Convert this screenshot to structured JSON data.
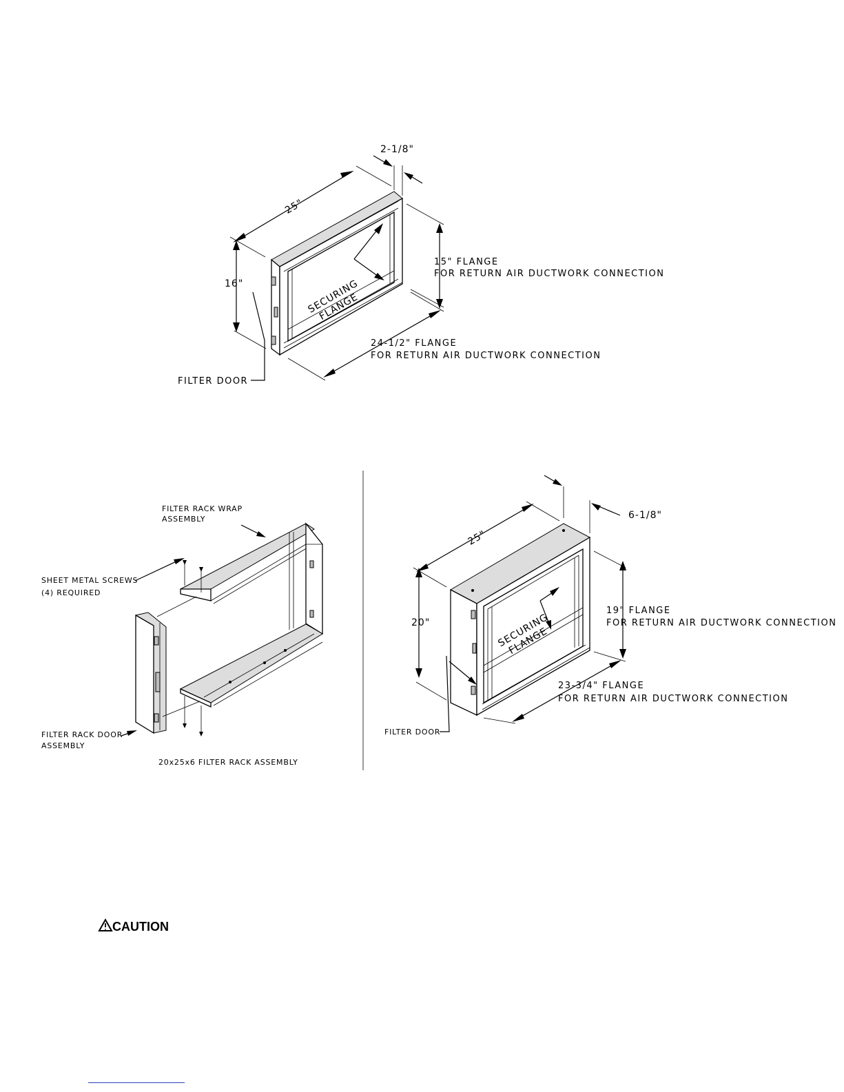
{
  "figure1": {
    "dim_top": "2-1/8\"",
    "dim_length": "25\"",
    "dim_height": "16\"",
    "flange_vertical_1": "15\" FLANGE",
    "flange_vertical_2": "FOR RETURN AIR DUCTWORK CONNECTION",
    "flange_horizontal_1": "24-1/2\" FLANGE",
    "flange_horizontal_2": "FOR RETURN AIR DUCTWORK CONNECTION",
    "securing_1": "SECURING",
    "securing_2": "FLANGE",
    "filter_door": "FILTER DOOR"
  },
  "figure2": {
    "wrap_1": "FILTER RACK WRAP",
    "wrap_2": "ASSEMBLY",
    "screws_1": "SHEET METAL SCREWS",
    "screws_2": "(4) REQUIRED",
    "door_1": "FILTER RACK DOOR",
    "door_2": "ASSEMBLY",
    "caption": "20x25x6 FILTER RACK ASSEMBLY"
  },
  "figure3": {
    "dim_top": "6-1/8\"",
    "dim_length": "25\"",
    "dim_height": "20\"",
    "flange_vertical_1": "19\" FLANGE",
    "flange_vertical_2": "FOR RETURN AIR DUCTWORK CONNECTION",
    "flange_horizontal_1": "23-3/4\" FLANGE",
    "flange_horizontal_2": "FOR RETURN AIR DUCTWORK CONNECTION",
    "securing_1": "SECURING",
    "securing_2": "FLANGE",
    "filter_door": "FILTER DOOR"
  },
  "caution": {
    "label": "CAUTION",
    "icon": "warning-triangle-icon"
  }
}
